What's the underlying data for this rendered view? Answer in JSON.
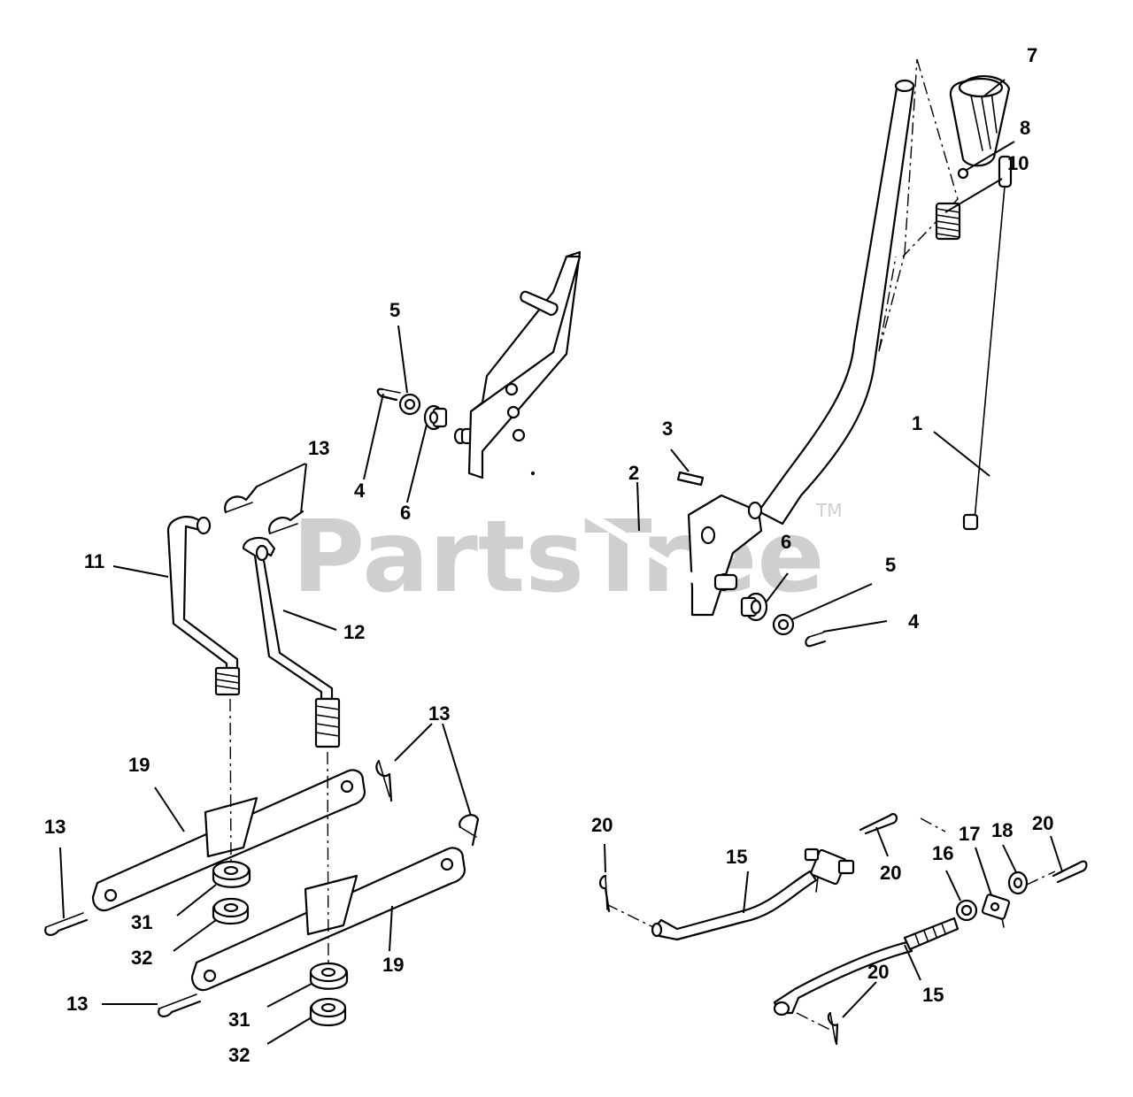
{
  "watermark": {
    "text": "PartsTree",
    "trademark": "TM"
  },
  "callouts": {
    "c1": "1",
    "c2": "2",
    "c3": "3",
    "c4a": "4",
    "c4b": "4",
    "c5a": "5",
    "c5b": "5",
    "c6a": "6",
    "c6b": "6",
    "c7": "7",
    "c8": "8",
    "c10": "10",
    "c11": "11",
    "c12": "12",
    "c13a": "13",
    "c13b": "13",
    "c13c": "13",
    "c13d": "13",
    "c15a": "15",
    "c15b": "15",
    "c16": "16",
    "c17": "17",
    "c18": "18",
    "c19a": "19",
    "c19b": "19",
    "c20a": "20",
    "c20b": "20",
    "c20c": "20",
    "c20d": "20",
    "c31a": "31",
    "c31b": "31",
    "c32a": "32",
    "c32b": "32"
  }
}
